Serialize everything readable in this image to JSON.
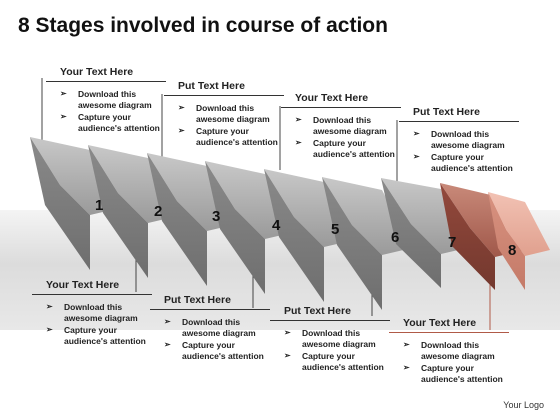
{
  "title": "8 Stages involved in course of action",
  "footer": "Your Logo",
  "colors": {
    "arrow_gray": "#8c8c8c",
    "arrow_highlight": "#b8705f",
    "last_arrow": "#e8a898"
  },
  "stages": [
    "1",
    "2",
    "3",
    "4",
    "5",
    "6",
    "7",
    "8"
  ],
  "callouts": [
    {
      "heading": "Your Text Here",
      "bullets": [
        "Download this awesome diagram",
        "Capture your audience's attention"
      ]
    },
    {
      "heading": "Put Text Here",
      "bullets": [
        "Download this awesome diagram",
        "Capture your audience's attention"
      ]
    },
    {
      "heading": "Your Text Here",
      "bullets": [
        "Download this awesome diagram",
        "Capture your audience's attention"
      ]
    },
    {
      "heading": "Put Text Here",
      "bullets": [
        "Download this awesome diagram",
        "Capture your audience's attention"
      ]
    },
    {
      "heading": "Your Text Here",
      "bullets": [
        "Download this awesome diagram",
        "Capture your audience's attention"
      ]
    },
    {
      "heading": "Put Text Here",
      "bullets": [
        "Download this awesome diagram",
        "Capture your audience's attention"
      ]
    },
    {
      "heading": "Put Text Here",
      "bullets": [
        "Download this awesome diagram",
        "Capture your audience's attention"
      ]
    },
    {
      "heading": "Your Text Here",
      "bullets": [
        "Download this awesome diagram",
        "Capture your audience's attention"
      ]
    }
  ]
}
